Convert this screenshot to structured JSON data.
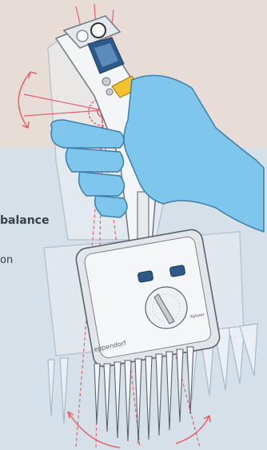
{
  "text": {
    "heading_fragment": "balance",
    "line_fragment": "on"
  },
  "device": {
    "brand": "eppendorf",
    "model": "Xplorer"
  },
  "colors": {
    "background_top": "#e8ddd6",
    "background_bottom": "#d5e0e8",
    "glove": "#7fc6ec",
    "angle_lines": "#e8606a",
    "button_yellow": "#f2c12e",
    "display_blue": "#2d5a8a"
  }
}
